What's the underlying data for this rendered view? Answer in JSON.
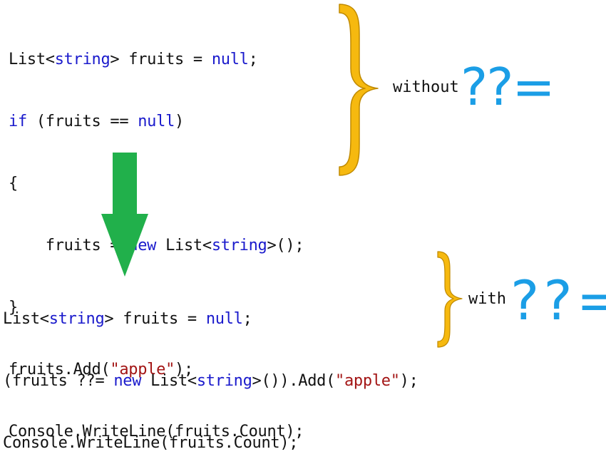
{
  "top_code": {
    "line1": {
      "a": "List<",
      "b": "string",
      "c": "> fruits = ",
      "d": "null",
      "e": ";"
    },
    "line2": {
      "a": "if",
      "b": " (fruits == ",
      "c": "null",
      "d": ")"
    },
    "line3": {
      "a": "{"
    },
    "line4": {
      "a": "    fruits = ",
      "b": "new",
      "c": " List<",
      "d": "string",
      "e": ">();"
    },
    "line5": {
      "a": "}"
    },
    "line6": {
      "a": "fruits.Add(",
      "b": "\"apple\"",
      "c": ");"
    },
    "line7": {
      "a": "Console.WriteLine(fruits.Count);"
    }
  },
  "bottom_code": {
    "line1": {
      "a": "List<",
      "b": "string",
      "c": "> fruits = ",
      "d": "null",
      "e": ";"
    },
    "line2": {
      "a": "(fruits ??= ",
      "b": "new",
      "c": " List<",
      "d": "string",
      "e": ">()).Add(",
      "f": "\"apple\"",
      "g": ");"
    },
    "line3": {
      "a": "Console.WriteLine(fruits.Count);"
    }
  },
  "labels": {
    "without": "without",
    "with": "with",
    "operator_top": "??=",
    "operator_bottom": "??="
  },
  "colors": {
    "keyword": "#1a1acc",
    "string": "#a31515",
    "brace": "#f6b90f",
    "brace_outline": "#c08a00",
    "arrow": "#21b04b",
    "operator": "#1b9ee6"
  }
}
